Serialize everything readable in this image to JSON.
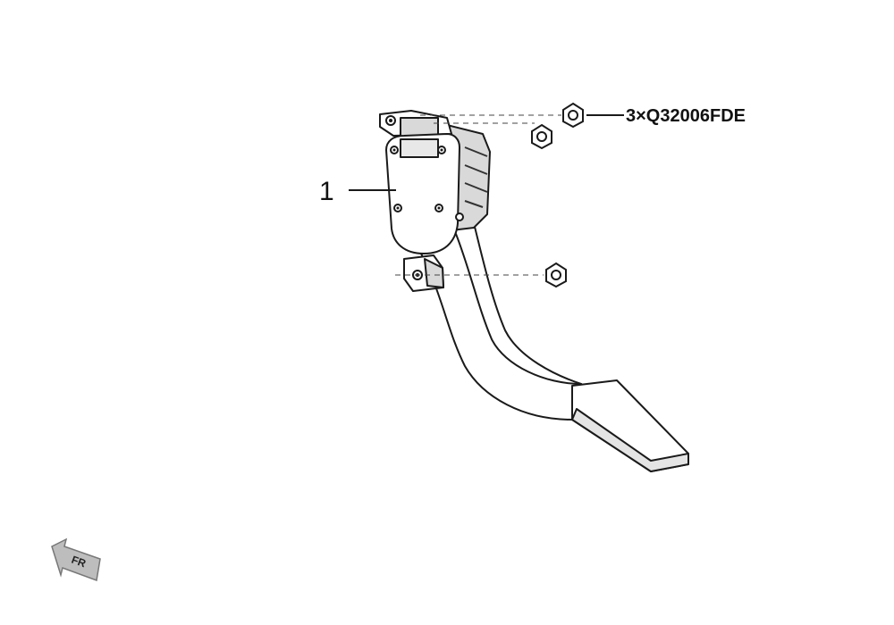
{
  "callouts": {
    "item_1": "1",
    "fastener": "3×Q32006FDE"
  },
  "direction_badge": {
    "text": "FR",
    "icon": "front-direction-arrow-icon"
  },
  "colors": {
    "line": "#1a1a1a",
    "shade": "#d9d9d9",
    "dark": "#333333",
    "background": "#ffffff"
  }
}
